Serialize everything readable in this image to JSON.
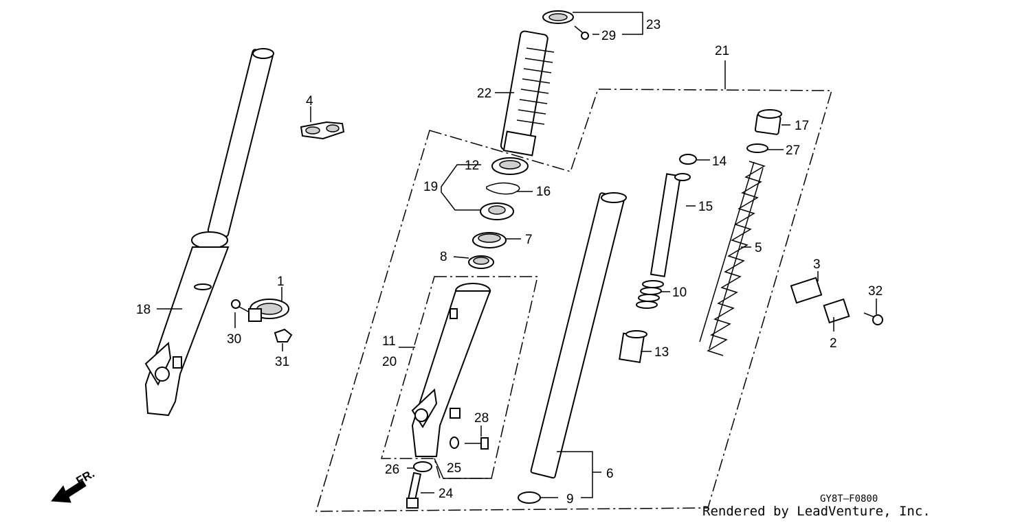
{
  "diagram": {
    "callouts": [
      "1",
      "2",
      "3",
      "4",
      "5",
      "6",
      "7",
      "8",
      "9",
      "10",
      "11",
      "12",
      "13",
      "14",
      "15",
      "16",
      "17",
      "18",
      "19",
      "20",
      "21",
      "22",
      "23",
      "24",
      "25",
      "26",
      "27",
      "28",
      "29",
      "30",
      "31",
      "32"
    ],
    "drawing_code": "GY8T–F0800",
    "credit": "Rendered by LeadVenture, Inc.",
    "direction_label": "FR."
  }
}
